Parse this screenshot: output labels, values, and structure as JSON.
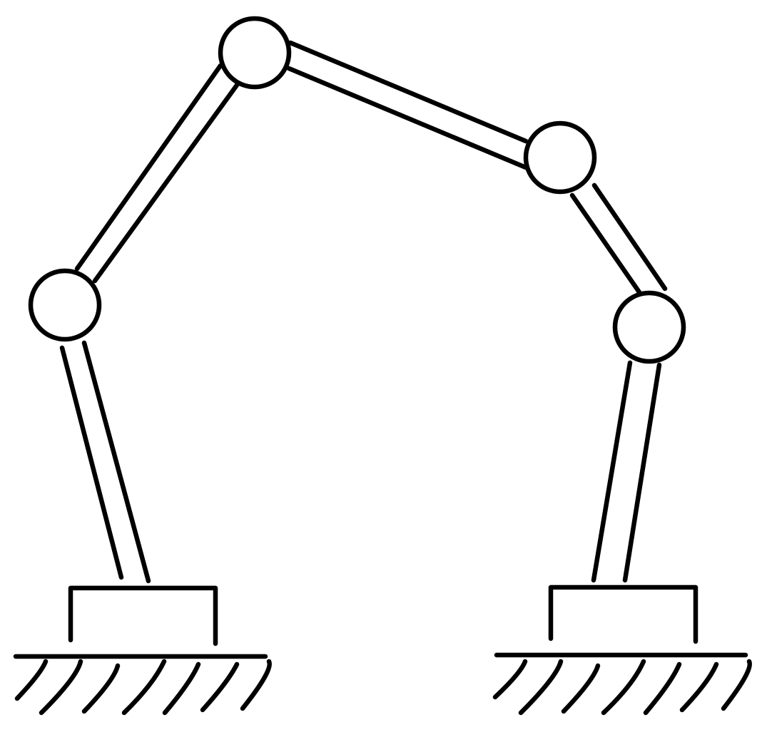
{
  "diagram": {
    "description_visible_text": "",
    "colors": {
      "stroke": "#000000",
      "background": "#ffffff",
      "joint_fill": "#ffffff"
    },
    "components": {
      "left_ground": "ground-hatch",
      "right_ground": "ground-hatch",
      "left_base": "base-block",
      "right_base": "base-block",
      "joints": [
        "left-lower-joint",
        "top-joint",
        "right-upper-joint",
        "right-lower-joint"
      ],
      "links": [
        "left-lower-link",
        "left-upper-link",
        "top-link",
        "right-upper-link",
        "right-lower-link"
      ]
    }
  }
}
